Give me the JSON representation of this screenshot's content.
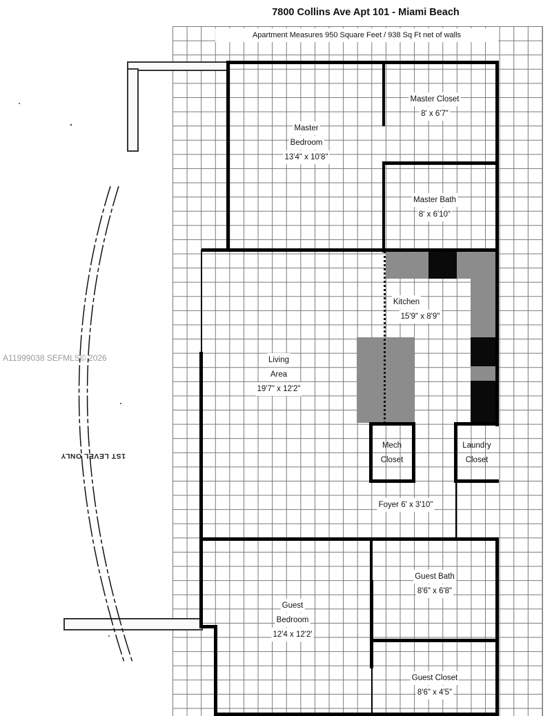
{
  "header": {
    "title": "7800 Collins Ave Apt 101 - Miami Beach",
    "subtitle": "Apartment Measures 950 Square Feet / 938 Sq Ft net of walls"
  },
  "watermark": "A11999038  SEFMLS© 2026",
  "side_note": "1ST LEVEL ONLY",
  "rooms": [
    {
      "name": "Master Bedroom",
      "line1": "Master",
      "line2": "Bedroom",
      "dims": "13'4\" x 10'8\""
    },
    {
      "name": "Master Closet",
      "line1": "Master Closet",
      "dims": "8' x 6'7\""
    },
    {
      "name": "Master Bath",
      "line1": "Master Bath",
      "dims": "8' x 6'10\""
    },
    {
      "name": "Kitchen",
      "line1": "Kitchen",
      "dims": "15'9\" x 8'9\""
    },
    {
      "name": "Living Area",
      "line1": "Living",
      "line2": "Area",
      "dims": "19'7\" x 12'2\""
    },
    {
      "name": "Mech Closet",
      "line1": "Mech",
      "line2": "Closet"
    },
    {
      "name": "Laundry Closet",
      "line1": "Laundry",
      "line2": "Closet"
    },
    {
      "name": "Foyer",
      "line1": "Foyer 6' x 3'10\""
    },
    {
      "name": "Guest Bath",
      "line1": "Guest Bath",
      "dims": "8'6\" x 6'8\""
    },
    {
      "name": "Guest Bedroom",
      "line1": "Guest",
      "line2": "Bedroom",
      "dims": "12'4 x 12'2'"
    },
    {
      "name": "Guest Closet",
      "line1": "Guest Closet",
      "dims": "8'6\" x 4'5\""
    }
  ],
  "colors": {
    "wall": "#000000",
    "grid": "#777777",
    "cabinet_gray": "#8c8c8c",
    "appliance_black": "#0a0a0a",
    "watermark": "#9a9a9a"
  }
}
